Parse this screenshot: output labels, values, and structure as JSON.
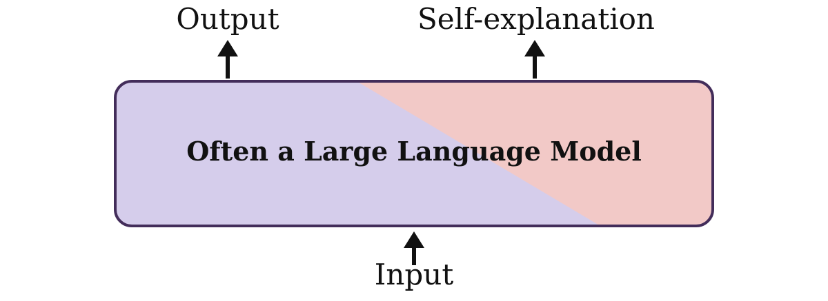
{
  "diagram": {
    "labels": {
      "output": "Output",
      "self_explanation": "Self-explanation",
      "model": "Often a Large Language Model",
      "input": "Input"
    },
    "colors": {
      "box_left_fill": "#d5cdeb",
      "box_right_fill": "#f2c9c7",
      "box_border": "#432d5a",
      "arrow": "#111111",
      "text": "#111111"
    }
  }
}
